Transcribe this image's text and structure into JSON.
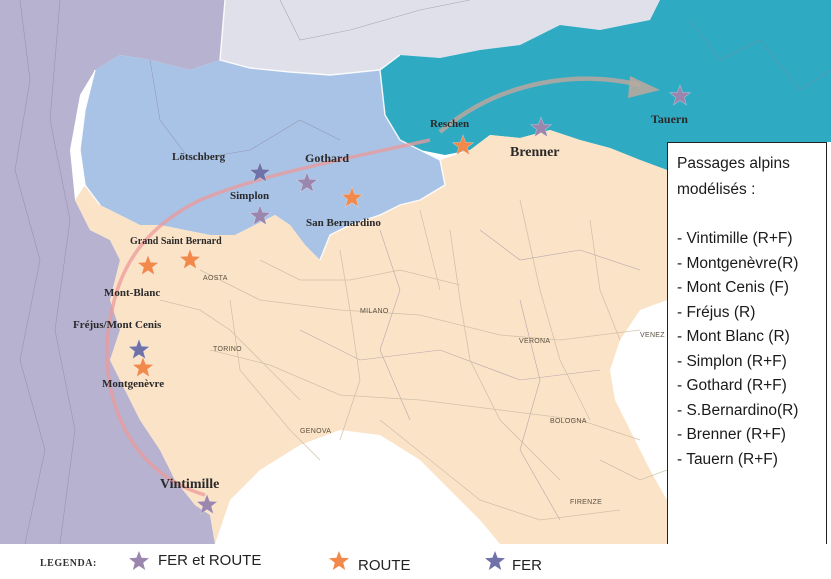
{
  "passes_box": {
    "title_line1": "Passages alpins",
    "title_line2": "modélisés :",
    "items": [
      "- Vintimille (R+F)",
      "- Montgenèvre(R)",
      "- Mont Cenis (F)",
      "- Fréjus (R)",
      "- Mont Blanc (R)",
      "- Simplon (R+F)",
      "- Gothard (R+F)",
      "- S.Bernardino(R)",
      "- Brenner (R+F)",
      "- Tauern (R+F)"
    ]
  },
  "map_labels": {
    "tauern": "Tauern",
    "reschen": "Reschen",
    "brenner": "Brenner",
    "lotschberg": "Lötschberg",
    "gothard": "Gothard",
    "simplon": "Simplon",
    "san_bernardino": "San Bernardino",
    "grand_saint_bernard": "Grand Saint Bernard",
    "mont_blanc": "Mont-Blanc",
    "frejus_mont_cenis": "Fréjus/Mont Cenis",
    "montgenevre": "Montgenèvre",
    "vintimille": "Vintimille"
  },
  "city_labels": {
    "aosta": "AOSTA",
    "milano": "MILANO",
    "verona": "VERONA",
    "venezia": "VENEZ",
    "torino": "TORINO",
    "genova": "GENOVA",
    "bologna": "BOLOGNA",
    "firenze": "FIRENZE"
  },
  "legend": {
    "title": "LEGENDA:",
    "fer_route": "FER et ROUTE",
    "route": "ROUTE",
    "fer": "FER"
  },
  "colors": {
    "france": "#b6b2cf",
    "north": "#e0e0ea",
    "switzerland": "#a9c3e6",
    "austria": "#2eaac2",
    "italy": "#fbe3c8",
    "sea": "#ffffff",
    "star_both": "#9b86ad",
    "star_route": "#f2884a",
    "star_fer": "#6f72a8",
    "arc": "#ec9a9a"
  }
}
